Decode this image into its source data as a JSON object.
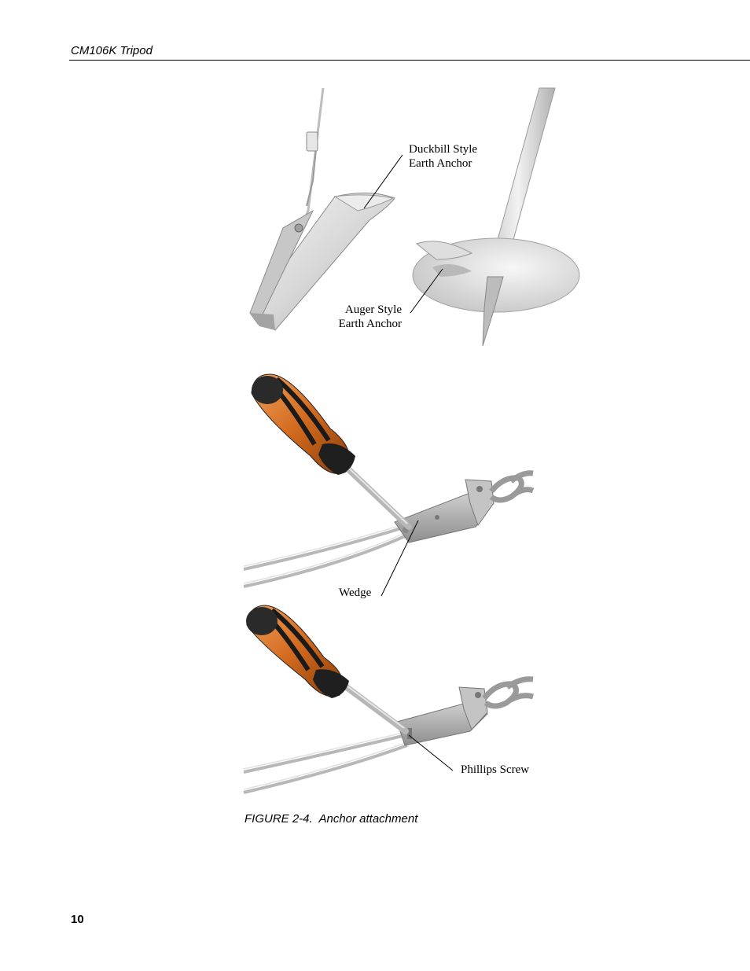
{
  "header": {
    "title": "CM106K Tripod"
  },
  "figure": {
    "labels": {
      "duckbill_line1": "Duckbill Style",
      "duckbill_line2": "Earth Anchor",
      "auger_line1": "Auger Style",
      "auger_line2": "Earth Anchor",
      "wedge": "Wedge",
      "phillips": "Phillips Screw"
    },
    "caption_number": "FIGURE 2-4.",
    "caption_title": "Anchor attachment"
  },
  "footer": {
    "page_number": "10"
  }
}
